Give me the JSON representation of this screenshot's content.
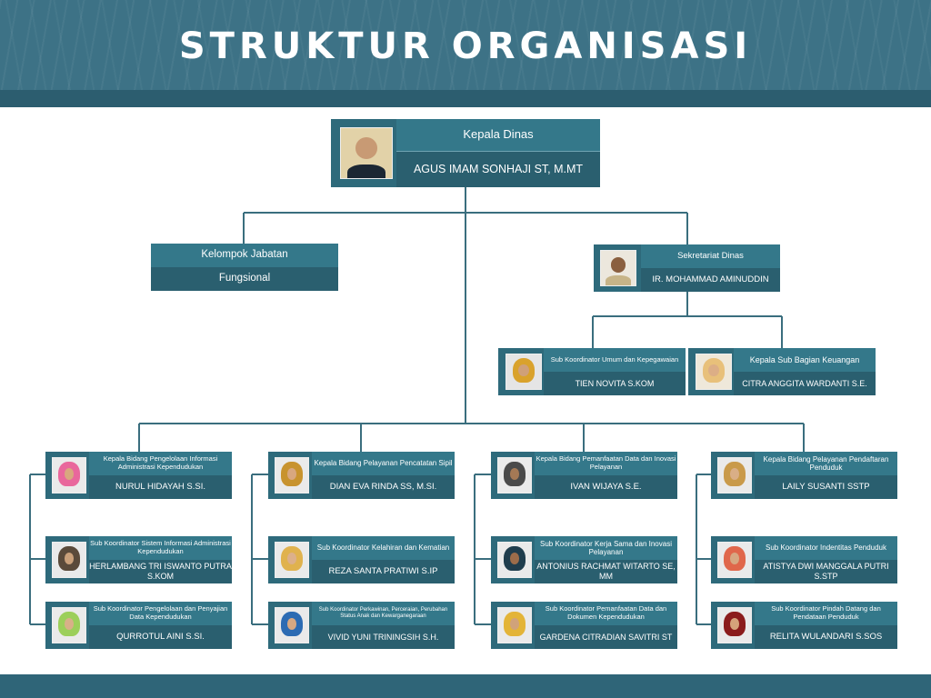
{
  "title": "STRUKTUR ORGANISASI",
  "head": {
    "role": "Kepala Dinas",
    "name": "AGUS IMAM SONHAJI ST, M.MT"
  },
  "functional": {
    "role": "Kelompok Jabatan",
    "name": "Fungsional"
  },
  "secretariat": {
    "role": "Sekretariat Dinas",
    "name": "IR. MOHAMMAD AMINUDDIN"
  },
  "sub_secretariat": [
    {
      "role": "Sub Koordinator Umum dan Kepegawaian",
      "name": "TIEN NOVITA S.KOM"
    },
    {
      "role": "Kepala Sub Bagian Keuangan",
      "name": "CITRA ANGGITA WARDANTI S.E."
    }
  ],
  "divisions": [
    {
      "head": {
        "role": "Kepala Bidang Pengelolaan Informasi Administrasi Kependudukan",
        "name": "NURUL HIDAYAH S.SI."
      },
      "subs": [
        {
          "role": "Sub Koordinator Sistem Informasi Administrasi Kependudukan",
          "name": "HERLAMBANG TRI ISWANTO PUTRA S.KOM"
        },
        {
          "role": "Sub Koordinator Pengelolaan dan Penyajian Data Kependudukan",
          "name": "QURROTUL AINI S.SI."
        }
      ]
    },
    {
      "head": {
        "role": "Kepala Bidang Pelayanan Pencatatan Sipil",
        "name": "DIAN EVA RINDA SS, M.SI."
      },
      "subs": [
        {
          "role": "Sub Koordinator Kelahiran dan Kematian",
          "name": "REZA SANTA PRATIWI S.IP"
        },
        {
          "role": "Sub Koordinator Perkawinan, Perceraian, Perubahan Status Anak dan Kewarganegaraan",
          "name": "VIVID YUNI TRININGSIH S.H."
        }
      ]
    },
    {
      "head": {
        "role": "Kepala Bidang Pemanfaatan Data dan Inovasi Pelayanan",
        "name": "IVAN WIJAYA S.E."
      },
      "subs": [
        {
          "role": "Sub Koordinator Kerja Sama dan Inovasi Pelayanan",
          "name": "ANTONIUS RACHMAT WITARTO SE, MM"
        },
        {
          "role": "Sub Koordinator Pemanfaatan Data dan Dokumen Kependudukan",
          "name": "GARDENA CITRADIAN SAVITRI ST"
        }
      ]
    },
    {
      "head": {
        "role": "Kepala Bidang Pelayanan Pendaftaran Penduduk",
        "name": "LAILY SUSANTI SSTP"
      },
      "subs": [
        {
          "role": "Sub Koordinator Indentitas Penduduk",
          "name": "ATISTYA DWI MANGGALA PUTRI S.STP"
        },
        {
          "role": "Sub Koordinator Pindah Datang dan Pendataan Penduduk",
          "name": "RELITA WULANDARI S.SOS"
        }
      ]
    }
  ],
  "colors": {
    "card_top": "#34788a",
    "card_bottom": "#2a5f6f",
    "line": "#3a6e7e",
    "header": "#3d7286"
  }
}
